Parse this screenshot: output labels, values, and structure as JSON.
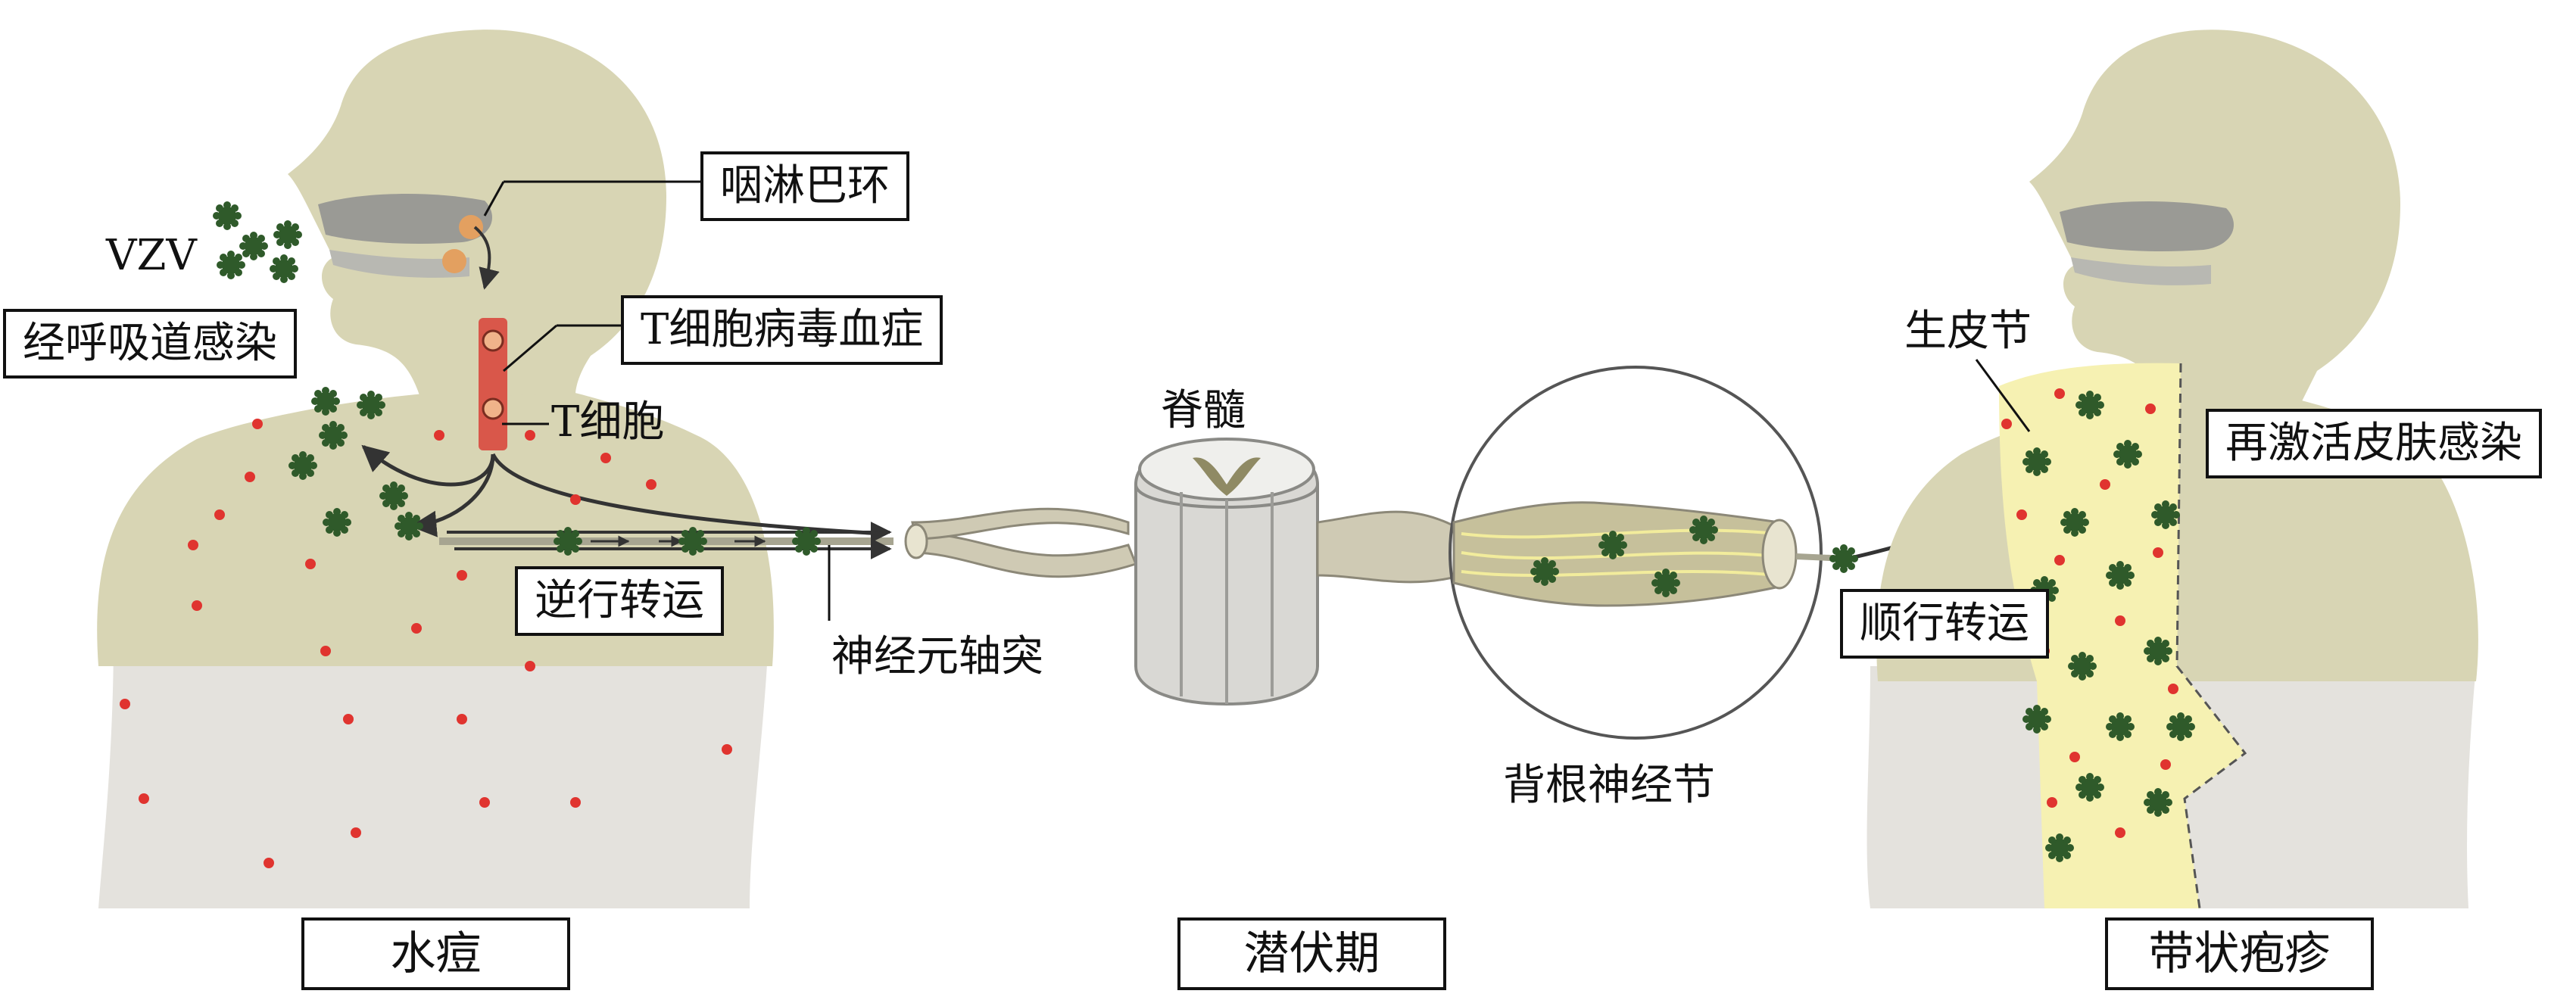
{
  "labels": {
    "vzv": "VZV",
    "respiratory_infection": "经呼吸道感染",
    "pharyngeal_lymphatic_ring": "咽淋巴环",
    "t_cell_viremia": "T细胞病毒血症",
    "t_cell": "T细胞",
    "retrograde_transport": "逆行转运",
    "neuron_axon": "神经元轴突",
    "spinal_cord": "脊髓",
    "dorsal_root_ganglion": "背根神经节",
    "dermatome": "生皮节",
    "reactivated_skin_infection": "再激活皮肤感染",
    "anterograde_transport": "顺行转运"
  },
  "stages": {
    "varicella": "水痘",
    "latency": "潜伏期",
    "herpes_zoster": "带状疱疹"
  },
  "colors": {
    "skin": "#d8d5b4",
    "skin_shadow": "#c9c7a8",
    "virus": "#2f5a2a",
    "rash_dot": "#e0342f",
    "lymph_node": "#e3a060",
    "blood_vessel": "#d9574a",
    "nerve": "#cfcab4",
    "dermatome_fill": "#f6f1b2",
    "label_border": "#111111"
  },
  "icons": [
    "virus-icon",
    "head-left-silhouette",
    "head-right-silhouette",
    "spinal-cord-icon",
    "ganglion-magnifier-icon"
  ]
}
